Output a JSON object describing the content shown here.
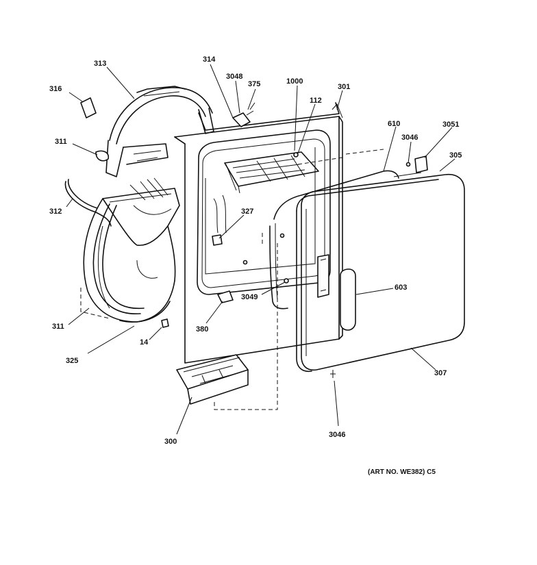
{
  "diagram": {
    "art_number": "(ART NO. WE382) C5",
    "parts": [
      {
        "id": "p313",
        "label": "313"
      },
      {
        "id": "p314",
        "label": "314"
      },
      {
        "id": "p3048",
        "label": "3048"
      },
      {
        "id": "p375",
        "label": "375"
      },
      {
        "id": "p1000",
        "label": "1000"
      },
      {
        "id": "p301",
        "label": "301"
      },
      {
        "id": "p316",
        "label": "316"
      },
      {
        "id": "p112",
        "label": "112"
      },
      {
        "id": "p610",
        "label": "610"
      },
      {
        "id": "p3051",
        "label": "3051"
      },
      {
        "id": "p3046a",
        "label": "3046"
      },
      {
        "id": "p305",
        "label": "305"
      },
      {
        "id": "p311a",
        "label": "311"
      },
      {
        "id": "p312",
        "label": "312"
      },
      {
        "id": "p327",
        "label": "327"
      },
      {
        "id": "p603",
        "label": "603"
      },
      {
        "id": "p3049",
        "label": "3049"
      },
      {
        "id": "p311b",
        "label": "311"
      },
      {
        "id": "p380",
        "label": "380"
      },
      {
        "id": "p14",
        "label": "14"
      },
      {
        "id": "p325",
        "label": "325"
      },
      {
        "id": "p307",
        "label": "307"
      },
      {
        "id": "p300",
        "label": "300"
      },
      {
        "id": "p3046b",
        "label": "3046"
      }
    ]
  }
}
